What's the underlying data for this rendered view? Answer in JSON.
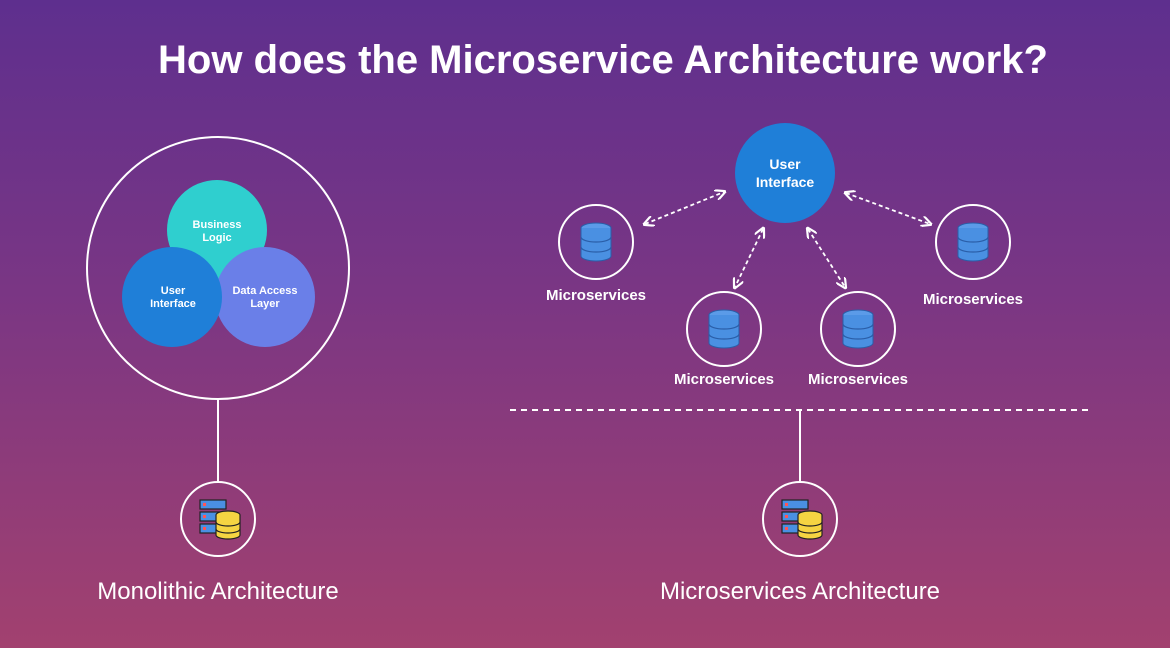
{
  "title": "How does the Microservice Architecture work?",
  "monolithic": {
    "circles": {
      "business_logic": [
        "Business",
        "Logic"
      ],
      "user_interface": [
        "User",
        "Interface"
      ],
      "data_access_layer": [
        "Data Access",
        "Layer"
      ]
    },
    "label": "Monolithic Architecture"
  },
  "microservices": {
    "user_interface": [
      "User",
      "Interface"
    ],
    "services": [
      "Microservices",
      "Microservices",
      "Microservices",
      "Microservices"
    ],
    "label": "Microservices Architecture"
  },
  "colors": {
    "business_logic": "#2fcfcf",
    "user_interface": "#1f7fd8",
    "data_access_layer": "#6a7fe8",
    "db_icon": "#4a90e2",
    "server_yellow": "#f5d442"
  }
}
